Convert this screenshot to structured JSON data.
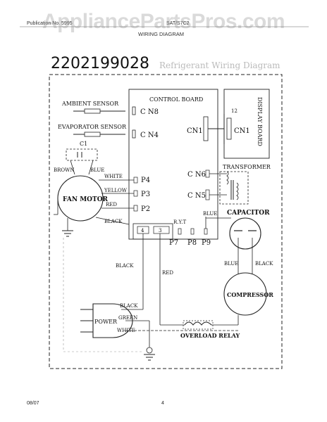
{
  "header": {
    "left": "Publication No. 5995",
    "right": "SAT/S7C2",
    "title": "WIRING DIAGRAM"
  },
  "watermark": "AppliancePartsPros.com",
  "part_number": "2202199028",
  "faded_text": "Refrigerant Wiring Diagram",
  "labels": {
    "control_board": "CONTROL BOARD",
    "display_board": "DISPLAY BOARD",
    "ambient_sensor": "AMBIENT SENSOR",
    "evaporator_sensor": "EVAPORATOR SENSOR",
    "cn8": "C N8",
    "cn4": "C N4",
    "cn1_left": "CN1",
    "cn1_right": "CN1",
    "wire_12": "12",
    "cn6": "C N6",
    "cn5": "C N5",
    "transformer": "TRANSFORMER",
    "c1": "C1",
    "brown": "BROWN",
    "blue_top": "BLUE",
    "white": "WHITE",
    "yellow": "YELLOW",
    "red": "RED",
    "black_fan": "BLACK",
    "p4": "P4",
    "p3": "P3",
    "p2": "P2",
    "fan_motor": "FAN MOTOR",
    "ryt": "R.Y.T",
    "relay_4": "4",
    "relay_3": "3",
    "p7": "P7",
    "p8": "P8",
    "p9": "P9",
    "blue_cap": "BLUE",
    "capacitor": "CAPACITOR",
    "black_left": "BLACK",
    "red_mid": "RED",
    "blue_comp": "BLUE",
    "black_comp": "BLACK",
    "compressor": "COMPRESSOR",
    "black_power": "BLACK",
    "green": "GREEN",
    "white_power": "WHITE",
    "power": "POWER",
    "overload_relay": "OVERLOAD RELAY"
  },
  "footer": {
    "date": "08/07",
    "page": "4"
  }
}
